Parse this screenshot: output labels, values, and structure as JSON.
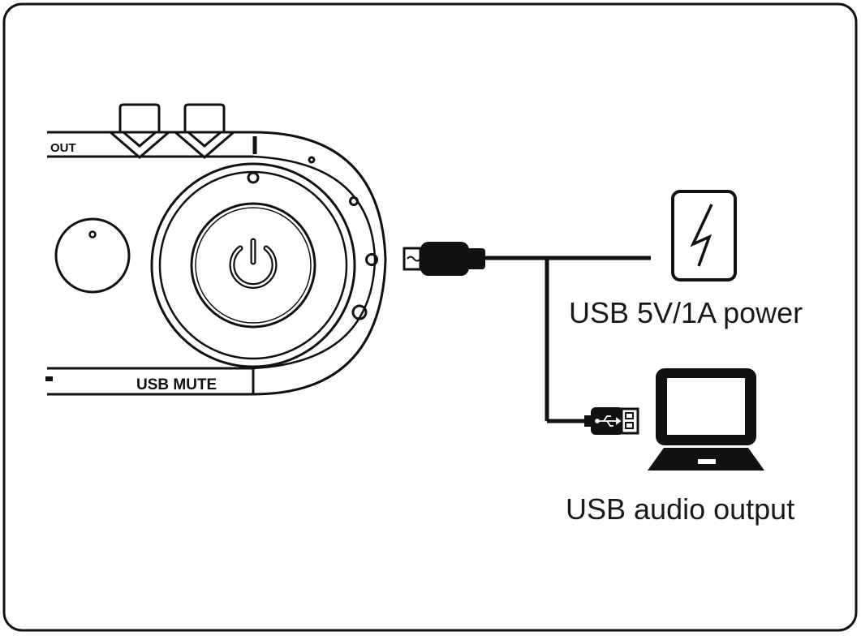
{
  "device": {
    "out_label": "OUT",
    "usb_mute_label": "USB MUTE"
  },
  "power_source": {
    "label": "USB 5V/1A power",
    "icon": "lightning-bolt-icon"
  },
  "computer": {
    "label": "USB audio output",
    "icon": "laptop-icon"
  },
  "connectors": {
    "device_plug_icon": "micro-usb-plug-icon",
    "computer_plug_icon": "usb-a-plug-icon",
    "usb_symbol_icon": "usb-symbol-icon",
    "power_button_icon": "power-icon"
  },
  "colors": {
    "stroke": "#111111",
    "background": "#ffffff"
  }
}
